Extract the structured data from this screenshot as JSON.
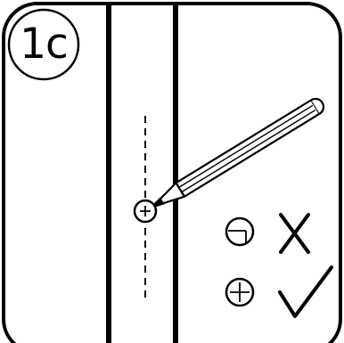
{
  "step": {
    "label": "1c"
  },
  "illustration": {
    "subject": "mark-center-point-with-pencil",
    "colors": {
      "ink": "#000000",
      "paper": "#ffffff"
    },
    "examples": [
      {
        "name": "incorrect-mark",
        "verdict_icon": "cross-icon"
      },
      {
        "name": "correct-mark",
        "verdict_icon": "check-icon"
      }
    ]
  }
}
